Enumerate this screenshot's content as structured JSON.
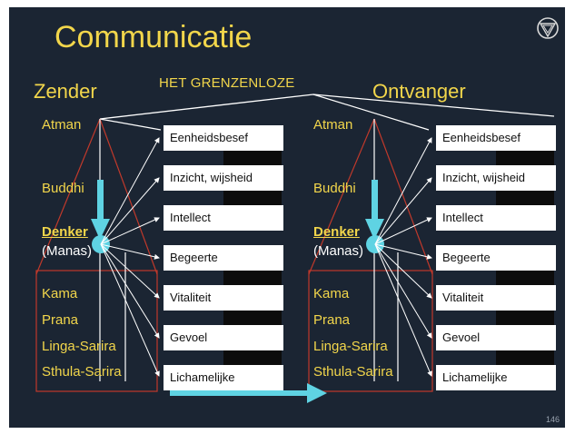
{
  "title": "Communicatie",
  "top_label": "HET GRENZENLOZE",
  "sender": {
    "heading": "Zender",
    "levels": {
      "atman": "Atman",
      "buddhi": "Buddhi",
      "denker": "Denker",
      "manas": "(Manas)",
      "kama": "Kama",
      "prana": "Prana",
      "linga": "Linga-Sarira",
      "sthula": "Sthula-Sarira"
    },
    "boxes": [
      "Eenheidsbesef",
      "Inzicht, wijsheid",
      "Intellect",
      "Begeerte",
      "Vitaliteit",
      "Gevoel",
      "Lichamelijke"
    ]
  },
  "receiver": {
    "heading": "Ontvanger",
    "levels": {
      "atman": "Atman",
      "buddhi": "Buddhi",
      "denker": "Denker",
      "manas": "(Manas)",
      "kama": "Kama",
      "prana": "Prana",
      "linga": "Linga-Sarira",
      "sthula": "Sthula-Sarira"
    },
    "boxes": [
      "Eenheidsbesef",
      "Inzicht, wijsheid",
      "Intellect",
      "Begeerte",
      "Vitaliteit",
      "Gevoel",
      "Lichamelijke"
    ]
  },
  "page_number": "146",
  "colors": {
    "background": "#1b2533",
    "accent_yellow": "#f2d64b",
    "arrow_cyan": "#5fd3e3",
    "red_line": "#c0392b"
  },
  "logo_icon": "triangle-emblem-icon"
}
